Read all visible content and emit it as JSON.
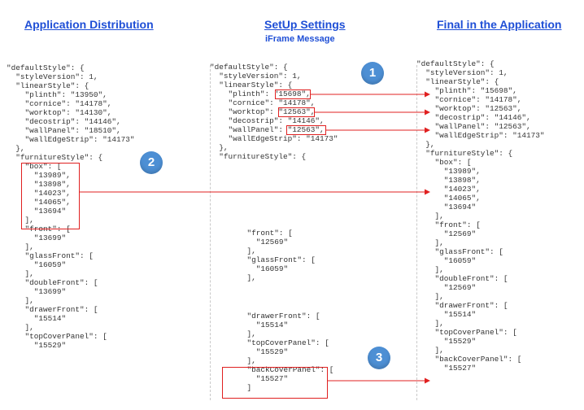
{
  "headers": {
    "left": "Application Distribution",
    "middle": "SetUp Settings",
    "middle_sub": "iFrame Message",
    "right": "Final in the Application"
  },
  "badges": [
    "1",
    "2",
    "3"
  ],
  "colors": {
    "header": "#1f4fd6",
    "badge": "#4d8fd4",
    "highlight": "#e02020"
  },
  "left_code": [
    "\"defaultStyle\": {",
    "  \"styleVersion\": 1,",
    "  \"linearStyle\": {",
    "    \"plinth\": \"13950\",",
    "    \"cornice\": \"14178\",",
    "    \"worktop\": \"14130\",",
    "    \"decostrip\": \"14146\",",
    "    \"wallPanel\": \"18510\",",
    "    \"wallEdgeStrip\": \"14173\"",
    "  },",
    "  \"furnitureStyle\": {",
    "    \"box\": [",
    "      \"13989\",",
    "      \"13898\",",
    "      \"14023\",",
    "      \"14065\",",
    "      \"13694\"",
    "    ],",
    "    \"front\": [",
    "      \"13699\"",
    "    ],",
    "    \"glassFront\": [",
    "      \"16059\"",
    "    ],",
    "    \"doubleFront\": [",
    "      \"13699\"",
    "    ],",
    "    \"drawerFront\": [",
    "      \"15514\"",
    "    ],",
    "    \"topCoverPanel\": [",
    "      \"15529\""
  ],
  "middle_code_top": [
    "\"defaultStyle\": {",
    "  \"styleVersion\": 1,",
    "  \"linearStyle\": {",
    "    \"plinth\": \"15698\",",
    "    \"cornice\": \"14178\",",
    "    \"worktop\": \"12563\",",
    "    \"decostrip\": \"14146\",",
    "    \"wallPanel\": \"12563\",",
    "    \"wallEdgeStrip\": \"14173\"",
    "  },",
    "  \"furnitureStyle\": {"
  ],
  "middle_code_front": [
    "    \"front\": [",
    "      \"12569\"",
    "    ],",
    "    \"glassFront\": [",
    "      \"16059\"",
    "    ],"
  ],
  "middle_code_drawer": [
    "    \"drawerFront\": [",
    "      \"15514\"",
    "    ],",
    "    \"topCoverPanel\": [",
    "      \"15529\"",
    "    ],",
    "    \"backCoverPanel\": [",
    "      \"15527\"",
    "    ]"
  ],
  "right_code": [
    "\"defaultStyle\": {",
    "  \"styleVersion\": 1,",
    "  \"linearStyle\": {",
    "    \"plinth\": \"15698\",",
    "    \"cornice\": \"14178\",",
    "    \"worktop\": \"12563\",",
    "    \"decostrip\": \"14146\",",
    "    \"wallPanel\": \"12563\",",
    "    \"wallEdgeStrip\": \"14173\"",
    "  },",
    "  \"furnitureStyle\": {",
    "    \"box\": [",
    "      \"13989\",",
    "      \"13898\",",
    "      \"14023\",",
    "      \"14065\",",
    "      \"13694\"",
    "    ],",
    "    \"front\": [",
    "      \"12569\"",
    "    ],",
    "    \"glassFront\": [",
    "      \"16059\"",
    "    ],",
    "    \"doubleFront\": [",
    "      \"12569\"",
    "    ],",
    "    \"drawerFront\": [",
    "      \"15514\"",
    "    ],",
    "    \"topCoverPanel\": [",
    "      \"15529\"",
    "    ],",
    "    \"backCoverPanel\": [",
    "      \"15527\""
  ]
}
